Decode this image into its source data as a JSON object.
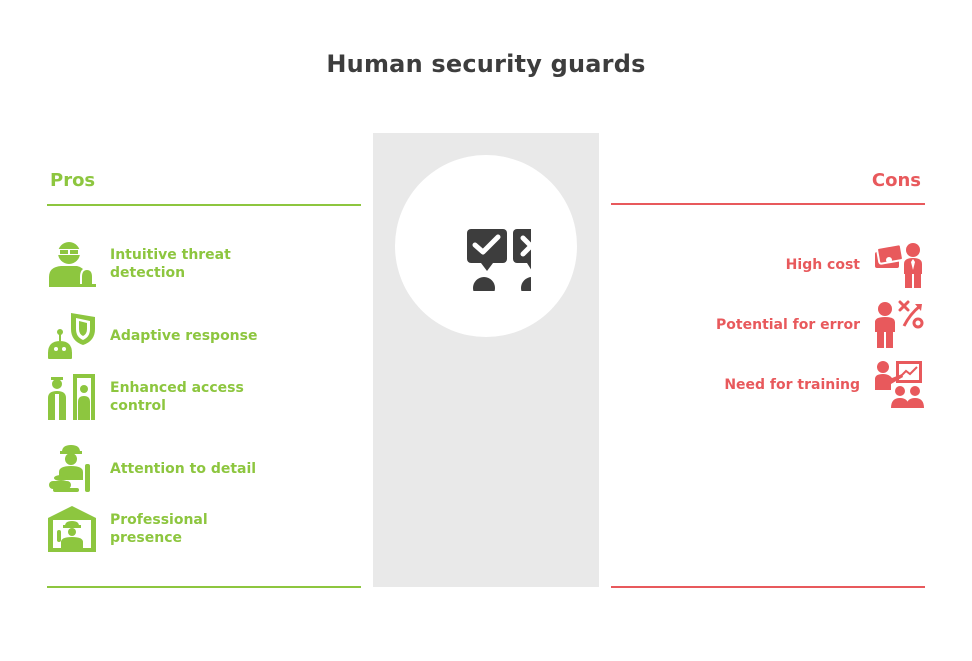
{
  "title": "Human security guards",
  "colors": {
    "pros": "#8dc63f",
    "cons": "#e8595c",
    "neutral": "#3d3d3d",
    "panel": "#e9e9e9"
  },
  "center": {
    "icon": "people-check-cross-icon"
  },
  "pros": {
    "heading": "Pros",
    "items": [
      {
        "label": "Intuitive threat detection",
        "icon": "guard-alarm-icon"
      },
      {
        "label": "Adaptive response",
        "icon": "robot-shield-icon"
      },
      {
        "label": "Enhanced access control",
        "icon": "access-gate-icon"
      },
      {
        "label": "Attention to detail",
        "icon": "inspector-icon"
      },
      {
        "label": "Professional presence",
        "icon": "guard-booth-icon"
      }
    ]
  },
  "cons": {
    "heading": "Cons",
    "items": [
      {
        "label": "High cost",
        "icon": "money-person-icon"
      },
      {
        "label": "Potential for error",
        "icon": "person-error-icon"
      },
      {
        "label": "Need for training",
        "icon": "trainer-icon"
      }
    ]
  }
}
